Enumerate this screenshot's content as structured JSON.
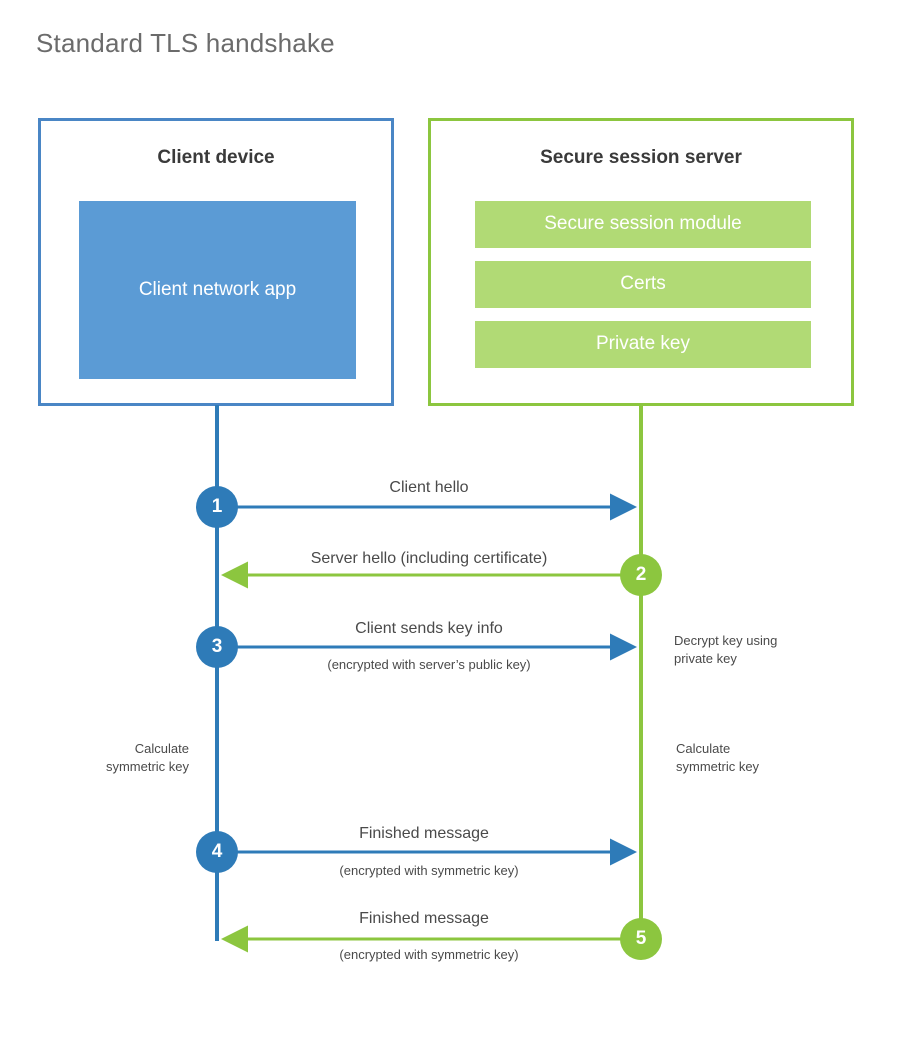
{
  "title": "Standard TLS handshake",
  "colors": {
    "client_border": "#4a86c5",
    "client_fill": "#5b9bd5",
    "client_line": "#2e7bb8",
    "server_border": "#8cc63f",
    "server_fill": "#b1da75",
    "server_line": "#8cc63f",
    "text": "#4a4a4a",
    "title_text": "#6b6b6b",
    "background": "#ffffff"
  },
  "client": {
    "title": "Client device",
    "app_label": "Client network app"
  },
  "server": {
    "title": "Secure session server",
    "modules": [
      {
        "label": "Secure session module"
      },
      {
        "label": "Certs"
      },
      {
        "label": "Private key"
      }
    ]
  },
  "steps": [
    {
      "number": "1",
      "side": "client",
      "direction": "right",
      "label": "Client hello",
      "sublabel": ""
    },
    {
      "number": "2",
      "side": "server",
      "direction": "left",
      "label": "Server hello (including certificate)",
      "sublabel": ""
    },
    {
      "number": "3",
      "side": "client",
      "direction": "right",
      "label": "Client sends key info",
      "sublabel": "(encrypted with server’s public key)"
    },
    {
      "number": "4",
      "side": "client",
      "direction": "right",
      "label": "Finished message",
      "sublabel": "(encrypted with symmetric key)"
    },
    {
      "number": "5",
      "side": "server",
      "direction": "left",
      "label": "Finished message",
      "sublabel": "(encrypted with symmetric key)"
    }
  ],
  "annotations": {
    "server_decrypt": "Decrypt key using\nprivate key",
    "client_calc": "Calculate\nsymmetric key",
    "server_calc": "Calculate\nsymmetric key"
  }
}
